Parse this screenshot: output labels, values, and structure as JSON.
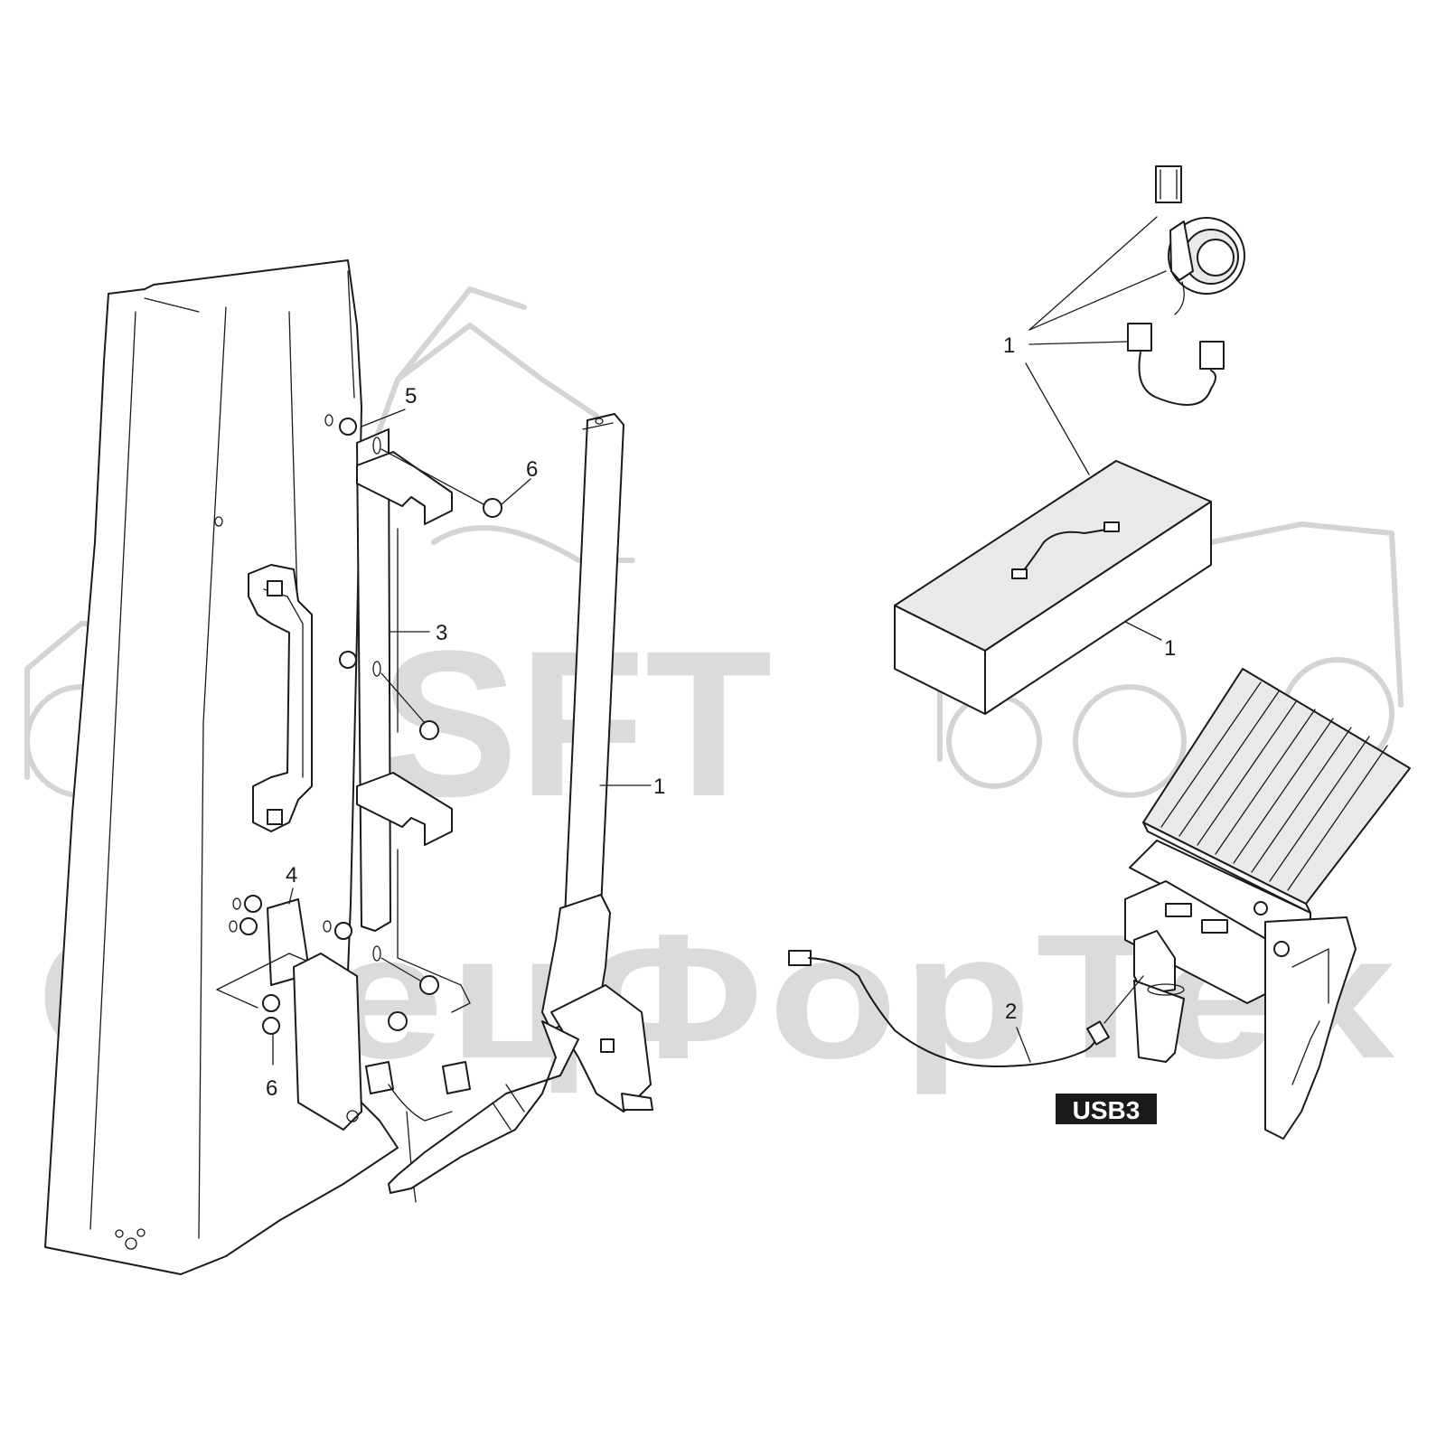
{
  "watermark": {
    "logo_text": "SFT",
    "brand_text": "СпецФорТех"
  },
  "tag": {
    "label": "USB3",
    "background": "#1a1a1a",
    "text_color": "#ffffff"
  },
  "callouts": [
    "5",
    "6",
    "3",
    "1",
    "4",
    "6",
    "1",
    "1",
    "2"
  ],
  "colors": {
    "line": "#1a1a1a",
    "watermark": "#cfcfcf"
  }
}
